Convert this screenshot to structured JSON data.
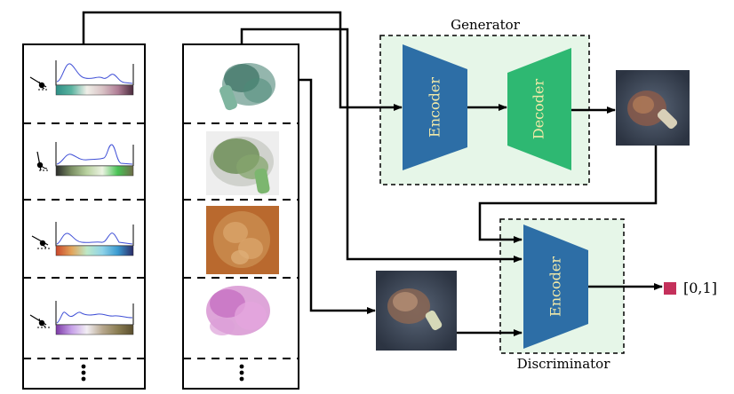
{
  "generator": {
    "title": "Generator",
    "encoder_label": "Encoder",
    "decoder_label": "Decoder"
  },
  "discriminator": {
    "title": "Discriminator",
    "encoder_label": "Encoder"
  },
  "output": {
    "label": "[0,1]"
  },
  "colors": {
    "generator_bg": "#e6f6e8",
    "encoder_fill": "#2d6ea6",
    "decoder_fill": "#2eb872",
    "encoder_text": "#f2e9a8",
    "output_square": "#c4305b",
    "tf_curve": "#3f4fd6",
    "render_bg": "#3e4a5c"
  },
  "transfer_functions": [
    {
      "name": "tf-1",
      "colormap": [
        "#2f8f86",
        "#5ab3a0",
        "#f0efe8",
        "#d9c3c6",
        "#b07e96",
        "#4a2b3c"
      ]
    },
    {
      "name": "tf-2",
      "colormap": [
        "#2b2b2b",
        "#7b8f63",
        "#b9d2a0",
        "#ecf3e3",
        "#48c255",
        "#6f6a48"
      ]
    },
    {
      "name": "tf-3",
      "colormap": [
        "#c9462b",
        "#e2a35a",
        "#bde8c8",
        "#8fd3e8",
        "#3b9ad0",
        "#2b2b66"
      ]
    },
    {
      "name": "tf-4",
      "colormap": [
        "#7c3aa5",
        "#c6a0e8",
        "#f2eef4",
        "#b8a88e",
        "#8a7d52",
        "#5a4e2e"
      ]
    }
  ],
  "renders": [
    {
      "name": "render-1",
      "base": "#ffffff",
      "tint": "#3d7a6a"
    },
    {
      "name": "render-2",
      "base": "#f2f2f2",
      "tint": "#7d9a62"
    },
    {
      "name": "render-3",
      "base": "#b9692e",
      "tint": "#c98c4e"
    },
    {
      "name": "render-4",
      "base": "#ffffff",
      "tint": "#d68ed0"
    }
  ]
}
